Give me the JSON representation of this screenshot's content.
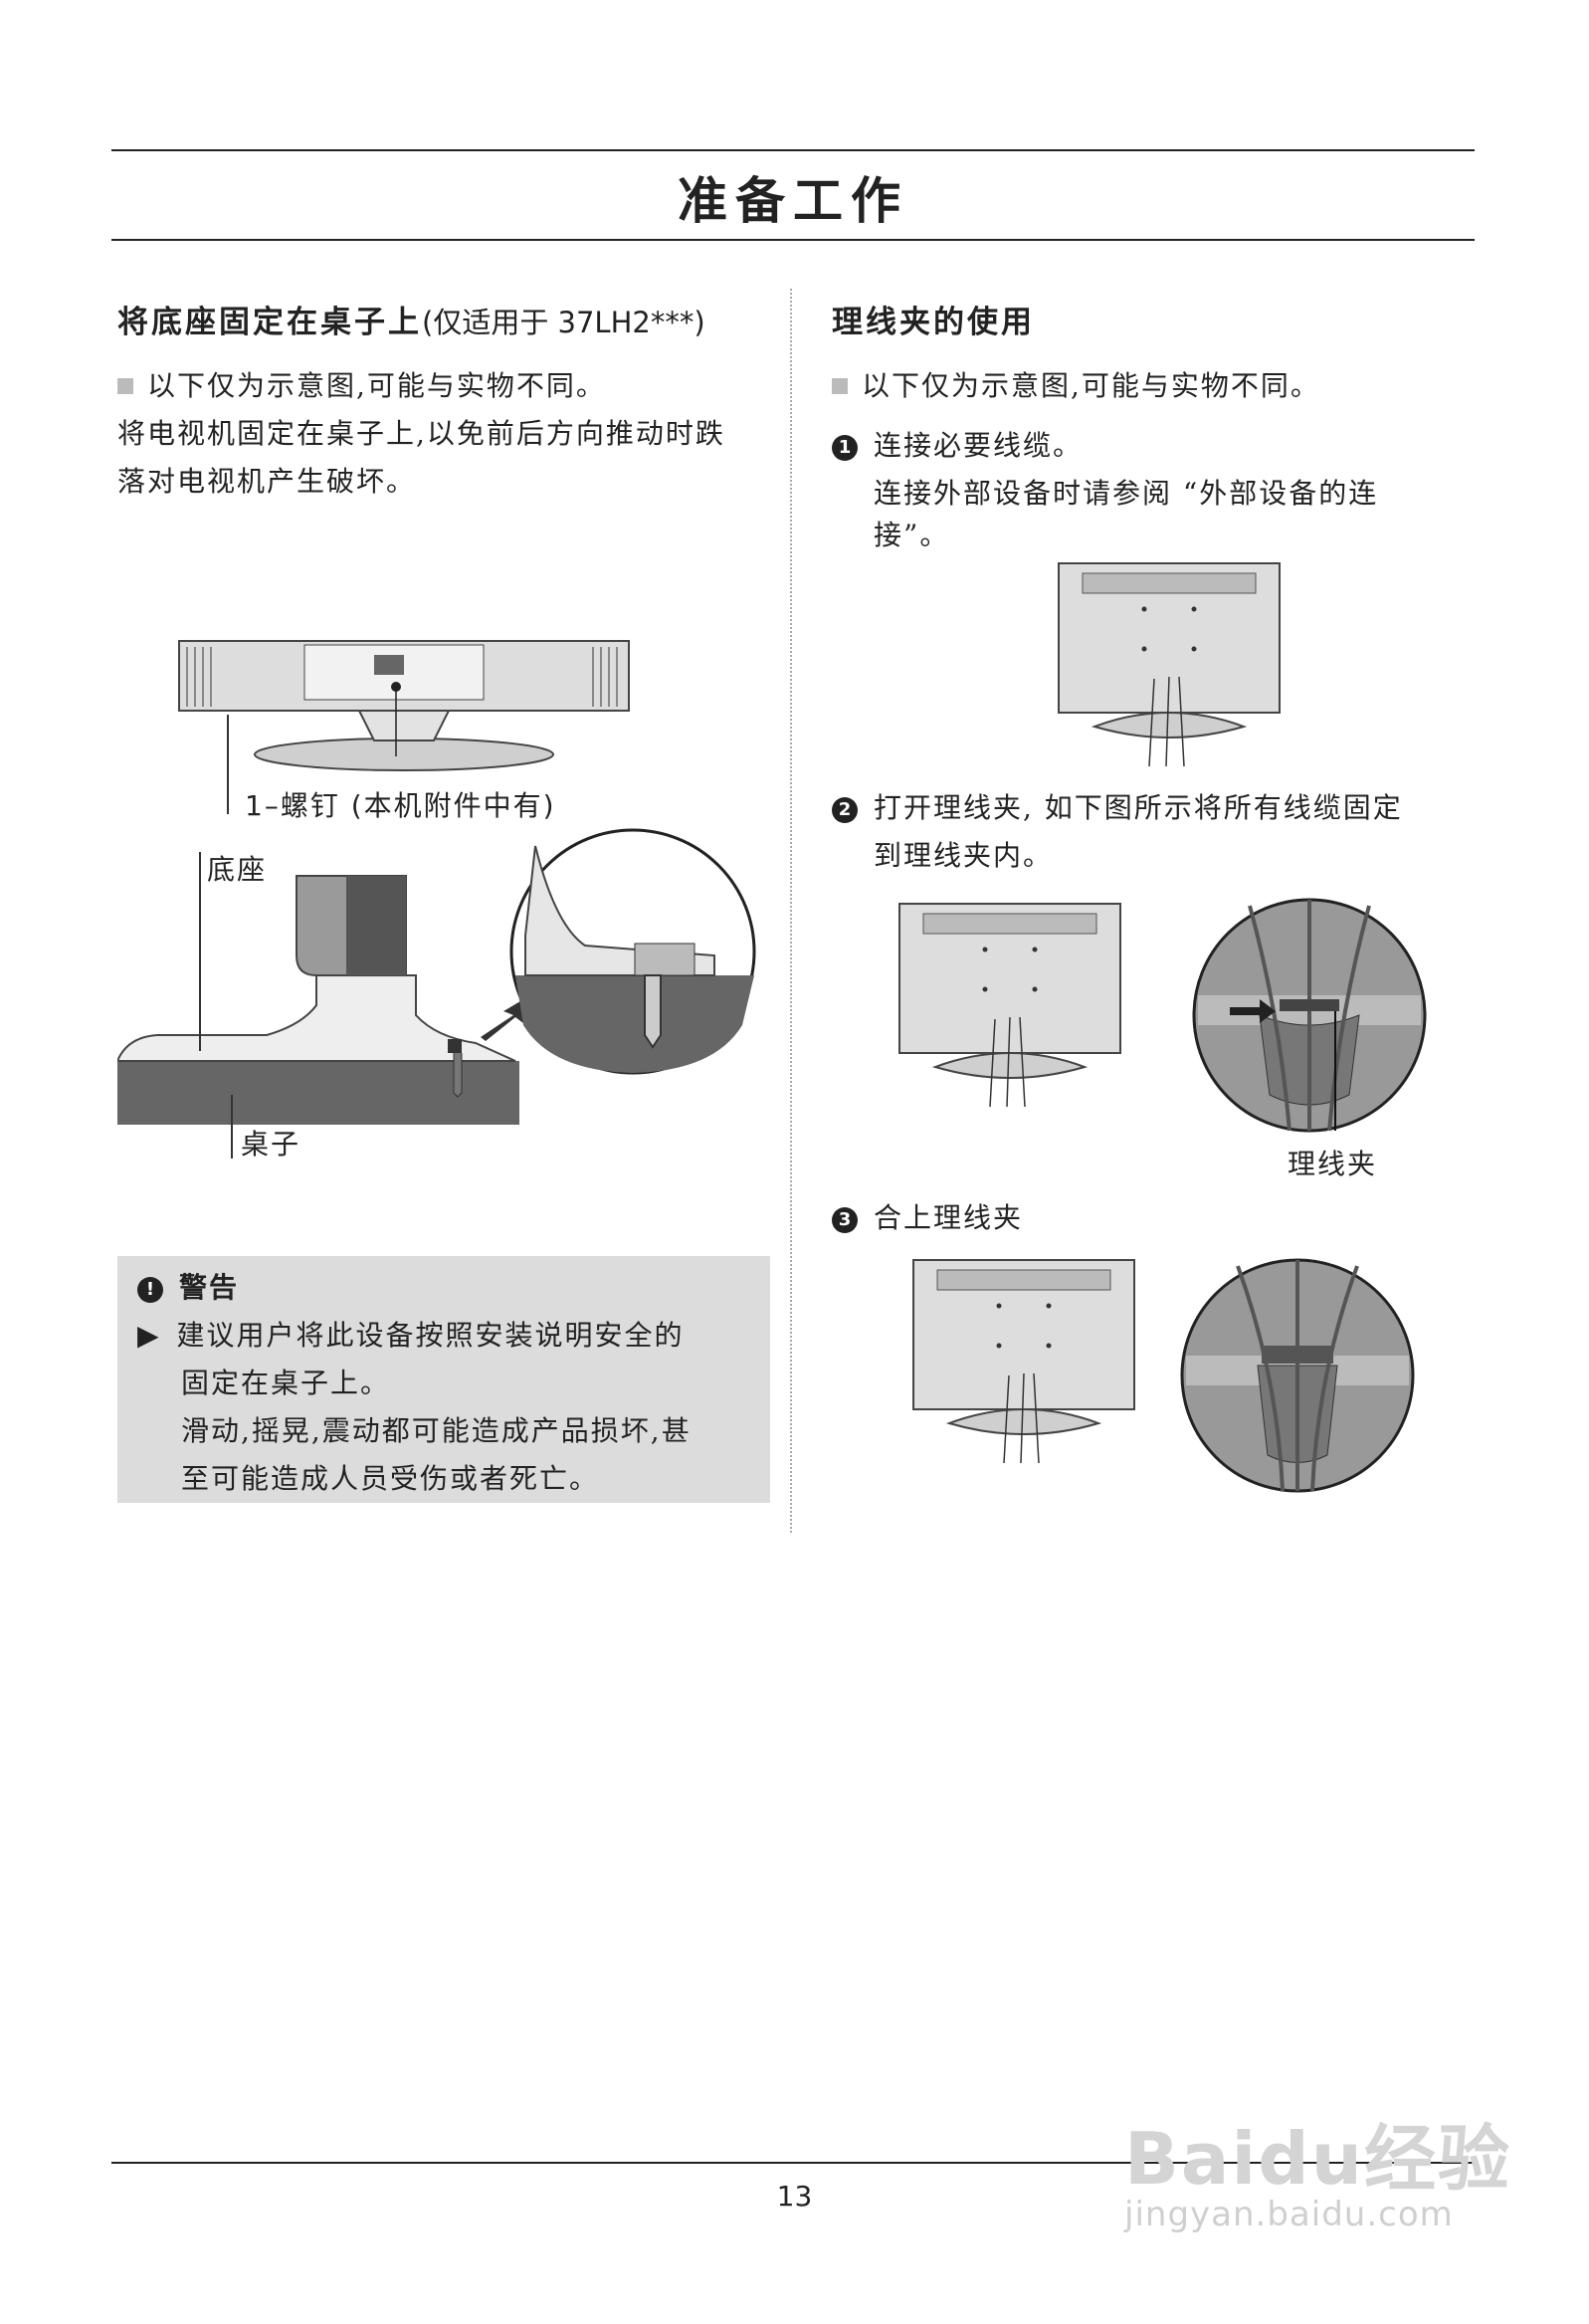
{
  "title": "准备工作",
  "left": {
    "heading": "将底座固定在桌子上",
    "heading_sub": "(仅适用于 37LH2***)",
    "note": "以下仅为示意图,可能与实物不同。",
    "para_line1": "将电视机固定在桌子上,以免前后方向推动时跌",
    "para_line2": "落对电视机产生破坏。",
    "fig_labels": {
      "screw": "1–螺钉 (本机附件中有)",
      "base": "底座",
      "desk": "桌子"
    },
    "warning": {
      "title": "警告",
      "line1": "建议用户将此设备按照安装说明安全的",
      "line2": "固定在桌子上。",
      "line3": "滑动,摇晃,震动都可能造成产品损坏,甚",
      "line4": "至可能造成人员受伤或者死亡。"
    }
  },
  "right": {
    "heading": "理线夹的使用",
    "note": "以下仅为示意图,可能与实物不同。",
    "step1": {
      "num": "1",
      "line1": "连接必要线缆。",
      "line2": "连接外部设备时请参阅 “外部设备的连",
      "line3": "接”。"
    },
    "step2": {
      "num": "2",
      "line1": "打开理线夹, 如下图所示将所有线缆固定",
      "line2": "到理线夹内。"
    },
    "clip_label": "理线夹",
    "step3": {
      "num": "3",
      "line1": "合上理线夹"
    }
  },
  "page_number": "13",
  "watermark": {
    "brand": "Baidu经验",
    "url": "jingyan.baidu.com"
  },
  "colors": {
    "desk": "#666666",
    "panel": "#dcdcdc",
    "rule": "#222222"
  }
}
